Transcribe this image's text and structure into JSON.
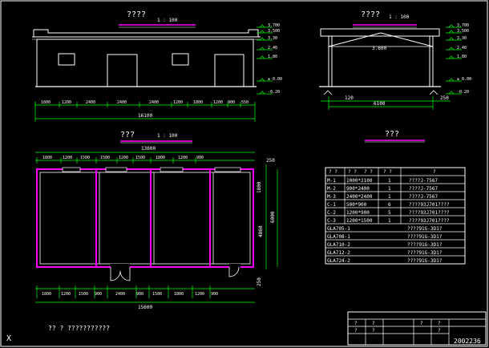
{
  "titles": {
    "front": "????",
    "front_scale": "1 : 100",
    "side": "????",
    "side_scale": "1 : 100",
    "plan": "???",
    "plan_scale": "1 : 100",
    "table": "???"
  },
  "front_elevation": {
    "level_labels": [
      "3.700",
      "3.500",
      "3.30",
      "2.40",
      "1.80",
      "± 0.00",
      "-0.20"
    ],
    "dims": [
      "1800",
      "1200",
      "2400",
      "2400",
      "2400",
      "1200",
      "1800",
      "1200",
      "900",
      "550"
    ],
    "total": "16100"
  },
  "side_elevation": {
    "roof_label": "3.600",
    "level_labels": [
      "3.700",
      "3.500",
      "3.30",
      "2.40",
      "1.80",
      "± 0.00",
      "-0.20"
    ],
    "dims": [
      "120",
      "6100",
      "250"
    ]
  },
  "plan": {
    "top_dims": [
      "1800",
      "1200",
      "1500",
      "1500",
      "1200",
      "1500",
      "1800",
      "1200",
      "900"
    ],
    "top_total": "13600",
    "bottom_dims": [
      "1800",
      "1200",
      "1500",
      "900",
      "2400",
      "900",
      "1500",
      "1800",
      "1200",
      "900"
    ],
    "bottom_total": "15600",
    "right_dims": [
      "250",
      "1800",
      "4860",
      "6000",
      "250"
    ]
  },
  "schedule": {
    "header": [
      "? ?",
      "? ?",
      "? ?",
      "? ?",
      "?"
    ],
    "rows": [
      [
        "M-1",
        "1000*2100",
        "1",
        "????J-7567"
      ],
      [
        "M-2",
        "900*2400",
        "1",
        "????J-7567"
      ],
      [
        "M-3",
        "2400*2400",
        "1",
        "????J-7567"
      ],
      [
        "C-1",
        "500*900",
        "6",
        "????93J701????"
      ],
      [
        "C-2",
        "1200*900",
        "5",
        "????93J701????"
      ],
      [
        "C-3",
        "1200*1500",
        "1",
        "????93J701????"
      ],
      [
        "GLA705-1",
        "",
        "",
        "????91G-3D1?"
      ],
      [
        "GLA708-1",
        "",
        "",
        "????91G-3D1?"
      ],
      [
        "GLA710-2",
        "",
        "",
        "????91G-3D1?"
      ],
      [
        "GLA712-2",
        "",
        "",
        "????91G-3D1?"
      ],
      [
        "GLA724-2",
        "",
        "",
        "????91G-3D1?"
      ]
    ]
  },
  "note": "?? ?  ???????????",
  "title_block": {
    "cells": [
      "?",
      "?",
      "?",
      "?",
      "?",
      "?",
      "?"
    ],
    "code": "2002236"
  },
  "cursor_label": "X",
  "colors": {
    "background": "#000000",
    "white": "#ffffff",
    "green": "#00ff00",
    "cyan": "#00ffff",
    "magenta": "#ff00ff",
    "yellow": "#ffff00",
    "red": "#ff0000"
  }
}
